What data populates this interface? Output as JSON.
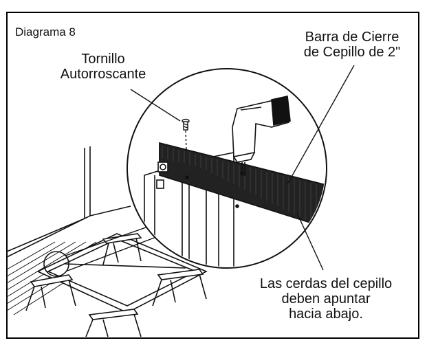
{
  "title": "Diagrama 8",
  "labels": {
    "screw": [
      "Tornillo",
      "Autorroscante"
    ],
    "bar": [
      "Barra de Cierre",
      "de Cepillo de 2\""
    ],
    "brush": [
      "Las cerdas del cepillo",
      "deben apuntar",
      "hacia abajo."
    ]
  },
  "colors": {
    "ink": "#111111",
    "background": "#ffffff"
  }
}
